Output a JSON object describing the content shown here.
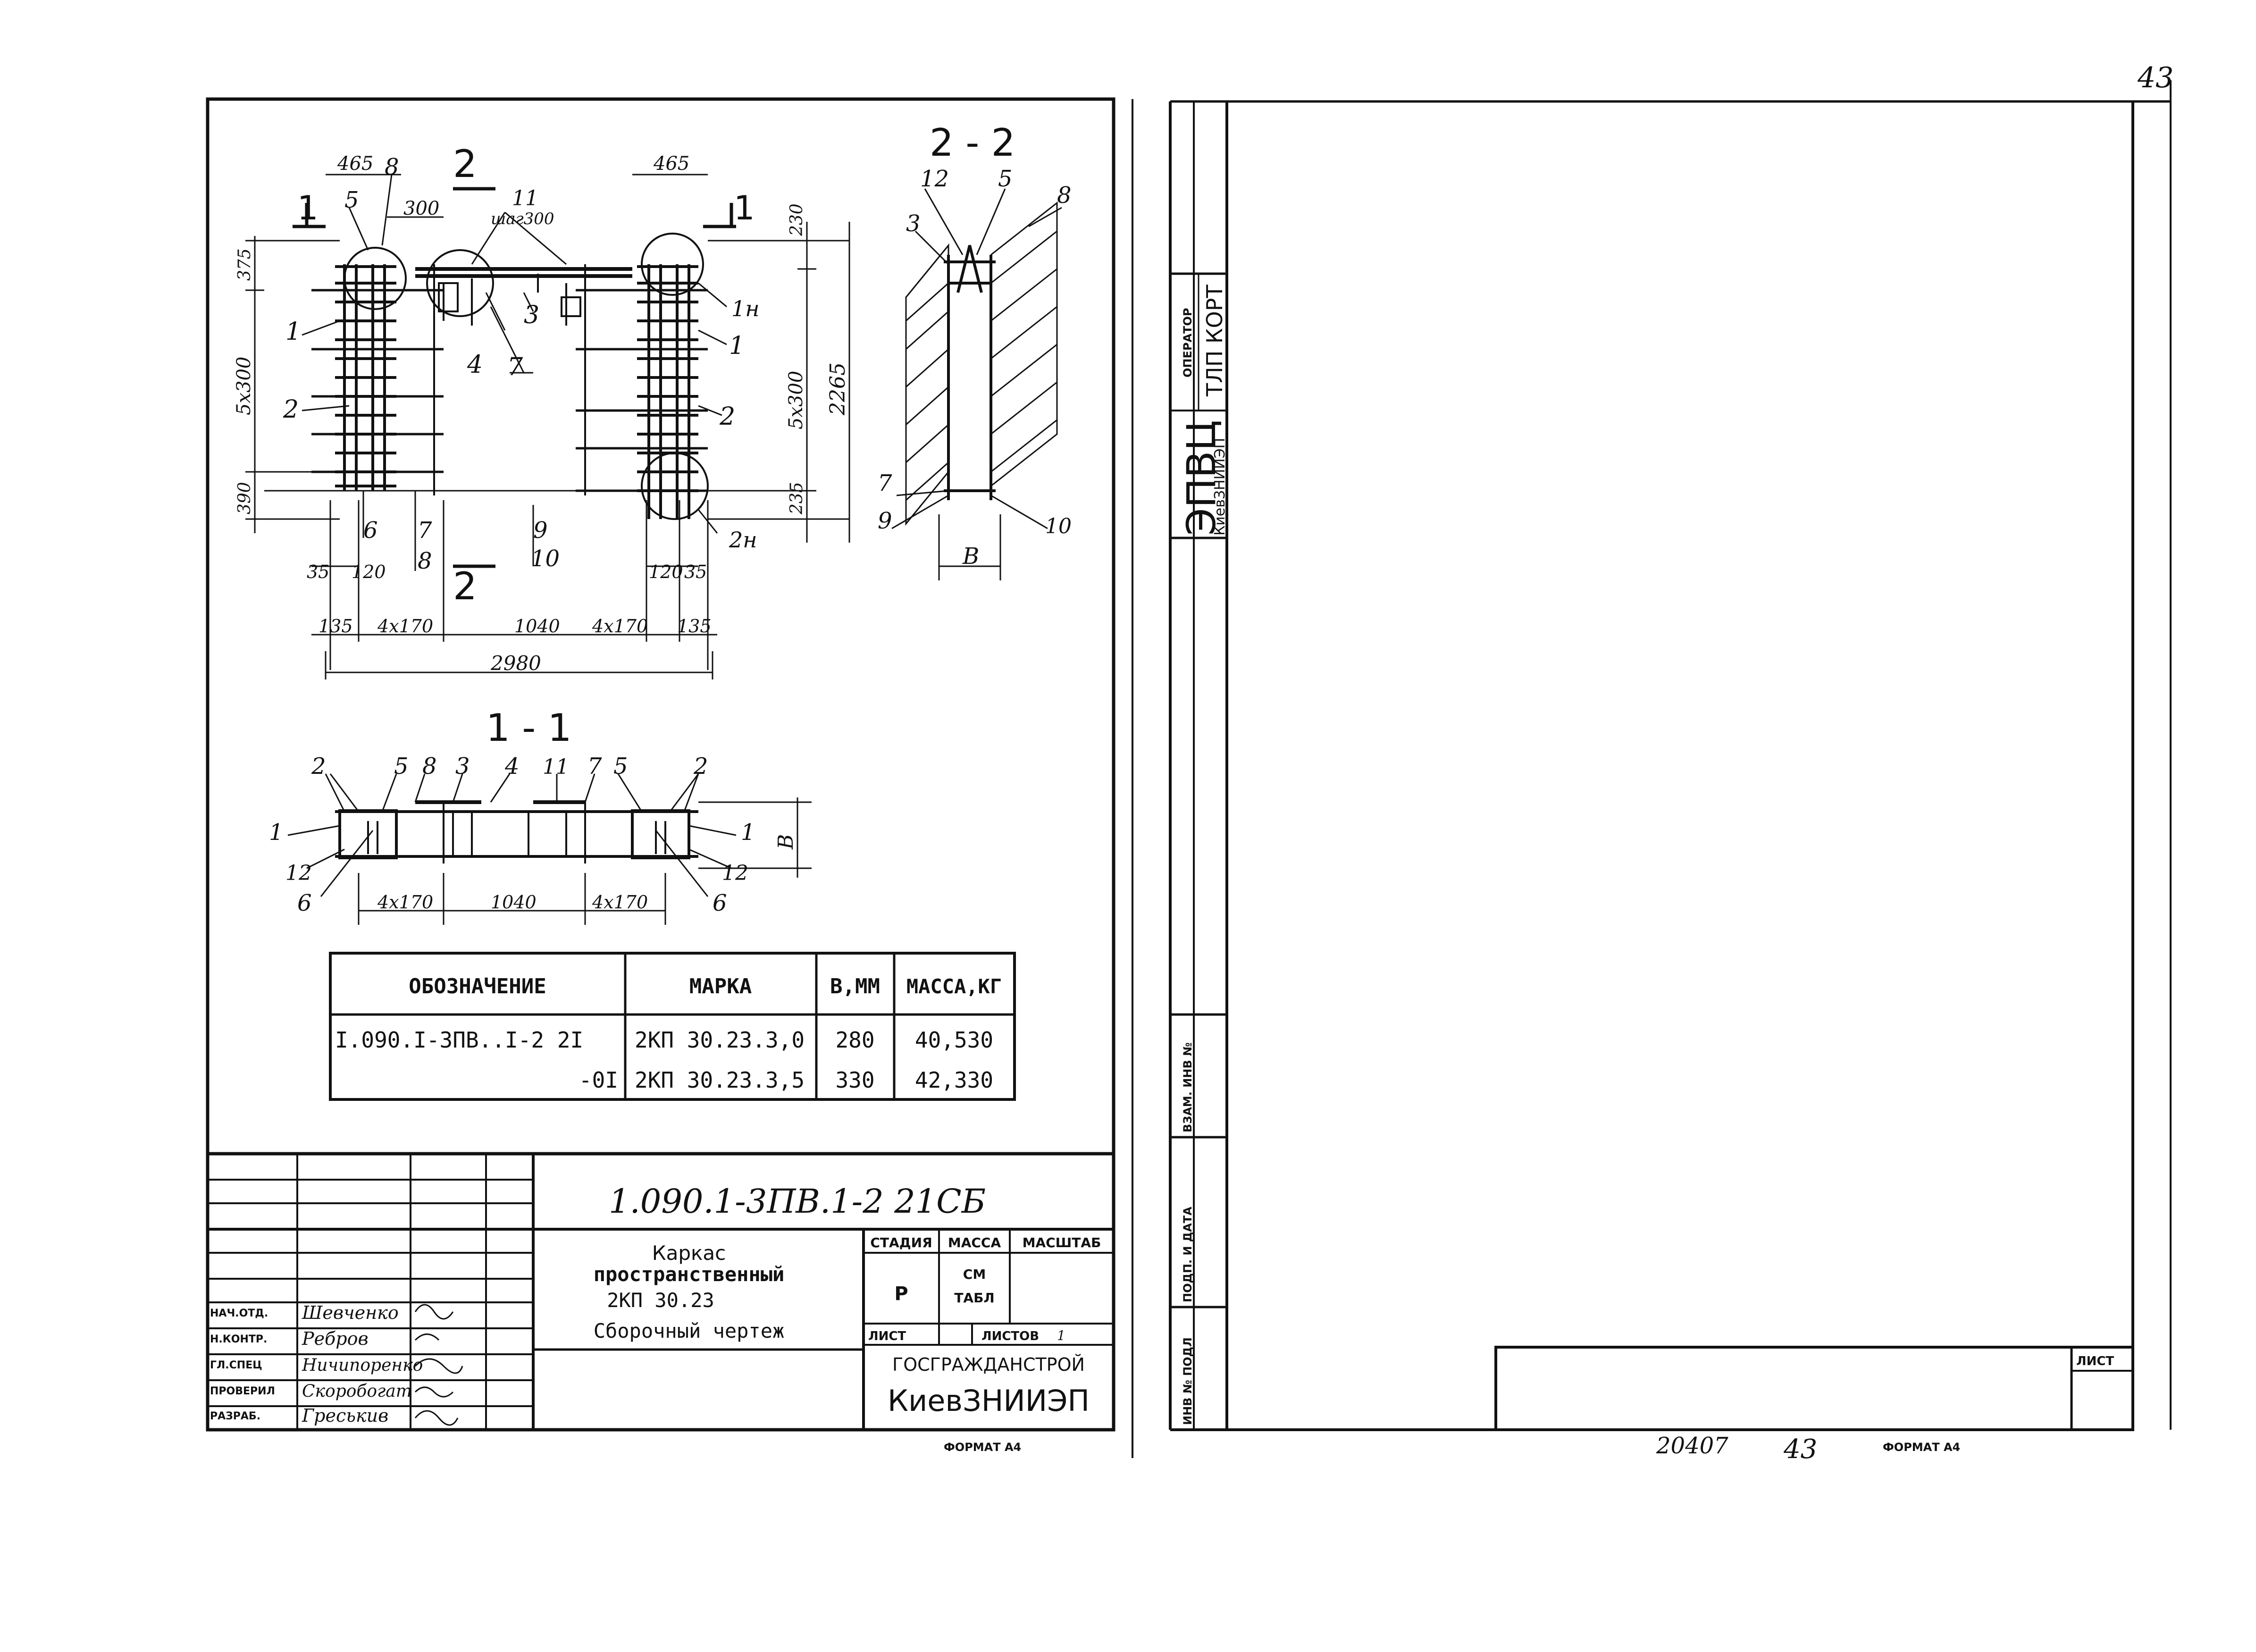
{
  "corner_page_number": "43",
  "drawing": {
    "section_2_2_title": "2 - 2",
    "section_1_1_title": "1 - 1",
    "cut_marker_1": "1",
    "cut_marker_2": "2",
    "note_step": "шаг300",
    "dimensions": {
      "d465_left": "465",
      "d465_right": "465",
      "d300": "300",
      "d375": "375",
      "d5x300_left": "5x300",
      "d5x300_right": "5x300",
      "d390": "390",
      "d230": "230",
      "d2265": "2265",
      "d235": "235",
      "d35_left": "35",
      "d35_right": "35",
      "d120_left": "120",
      "d120_right": "120",
      "d135_left": "135",
      "d135_right": "135",
      "d4x170_left": "4x170",
      "d4x170_right": "4x170",
      "d1040": "1040",
      "d2980": "2980",
      "s_4x170_left": "4x170",
      "s_1040": "1040",
      "s_4x170_right": "4x170",
      "b_label": "В"
    },
    "callouts_plan": [
      "5",
      "8",
      "11",
      "1",
      "2",
      "3",
      "4",
      "7",
      "1н",
      "1",
      "2",
      "6",
      "7",
      "8",
      "9",
      "10",
      "2н"
    ],
    "callouts_2_2": [
      "12",
      "5",
      "8",
      "3",
      "7",
      "9",
      "10",
      "В"
    ],
    "callouts_1_1": [
      "2",
      "5",
      "8",
      "3",
      "4",
      "11",
      "7",
      "5",
      "2",
      "1",
      "1",
      "12",
      "6",
      "12",
      "6"
    ]
  },
  "spec_table": {
    "headers": [
      "ОБОЗНАЧЕНИЕ",
      "МАРКА",
      "В,ММ",
      "МАССА,КГ"
    ],
    "rows": [
      [
        "I.090.I-3ПВ..I-2 2I",
        "2КП 30.23.3,0",
        "280",
        "40,530"
      ],
      [
        "-0I",
        "2КП 30.23.3,5",
        "330",
        "42,330"
      ]
    ]
  },
  "title_block": {
    "doc_code": "1.090.1-3ПВ.1-2   21СБ",
    "title_line1": "Каркас",
    "title_line2": "пространственный",
    "title_line3": "2КП 30.23",
    "title_line4": "Сборочный чертеж",
    "col_stage": "СТАДИЯ",
    "col_mass": "МАССА",
    "col_scale": "МАСШТАБ",
    "stage_value": "Р",
    "mass_value_1": "СМ",
    "mass_value_2": "ТАБЛ",
    "sheet_label": "ЛИСТ",
    "sheets_label": "ЛИСТОВ",
    "sheets_value": "1",
    "org_line1": "ГОСГРАЖДАНСТРОЙ",
    "org_line2": "КиевЗНИИЭП",
    "signatures": [
      {
        "role": "НАЧ.ОТД.",
        "name": "Шевченко"
      },
      {
        "role": "Н.КОНТР.",
        "name": "Ребров"
      },
      {
        "role": "ГЛ.СПЕЦ",
        "name": "Ничипоренко"
      },
      {
        "role": "ПРОВЕРИЛ",
        "name": "Скоробогат"
      },
      {
        "role": "РАЗРАБ.",
        "name": "Греськив"
      }
    ],
    "format_left": "ФОРМАТ А4"
  },
  "right_sheet": {
    "stamp_org": "ЭПВЦ",
    "stamp_sub": "КиевЗНИИЭП",
    "stamp_operator": "ОПЕРАТОР",
    "stamp_operator_value": "ТЛП КОРТ",
    "side_vzam": "ВЗАМ. ИНВ №",
    "side_podp": "ПОДП. И ДАТА",
    "side_inv": "ИНВ № ПОДЛ",
    "sheet_label": "ЛИСТ",
    "bottom_number": "20407",
    "bottom_page": "43",
    "format_right": "ФОРМАТ А4"
  }
}
